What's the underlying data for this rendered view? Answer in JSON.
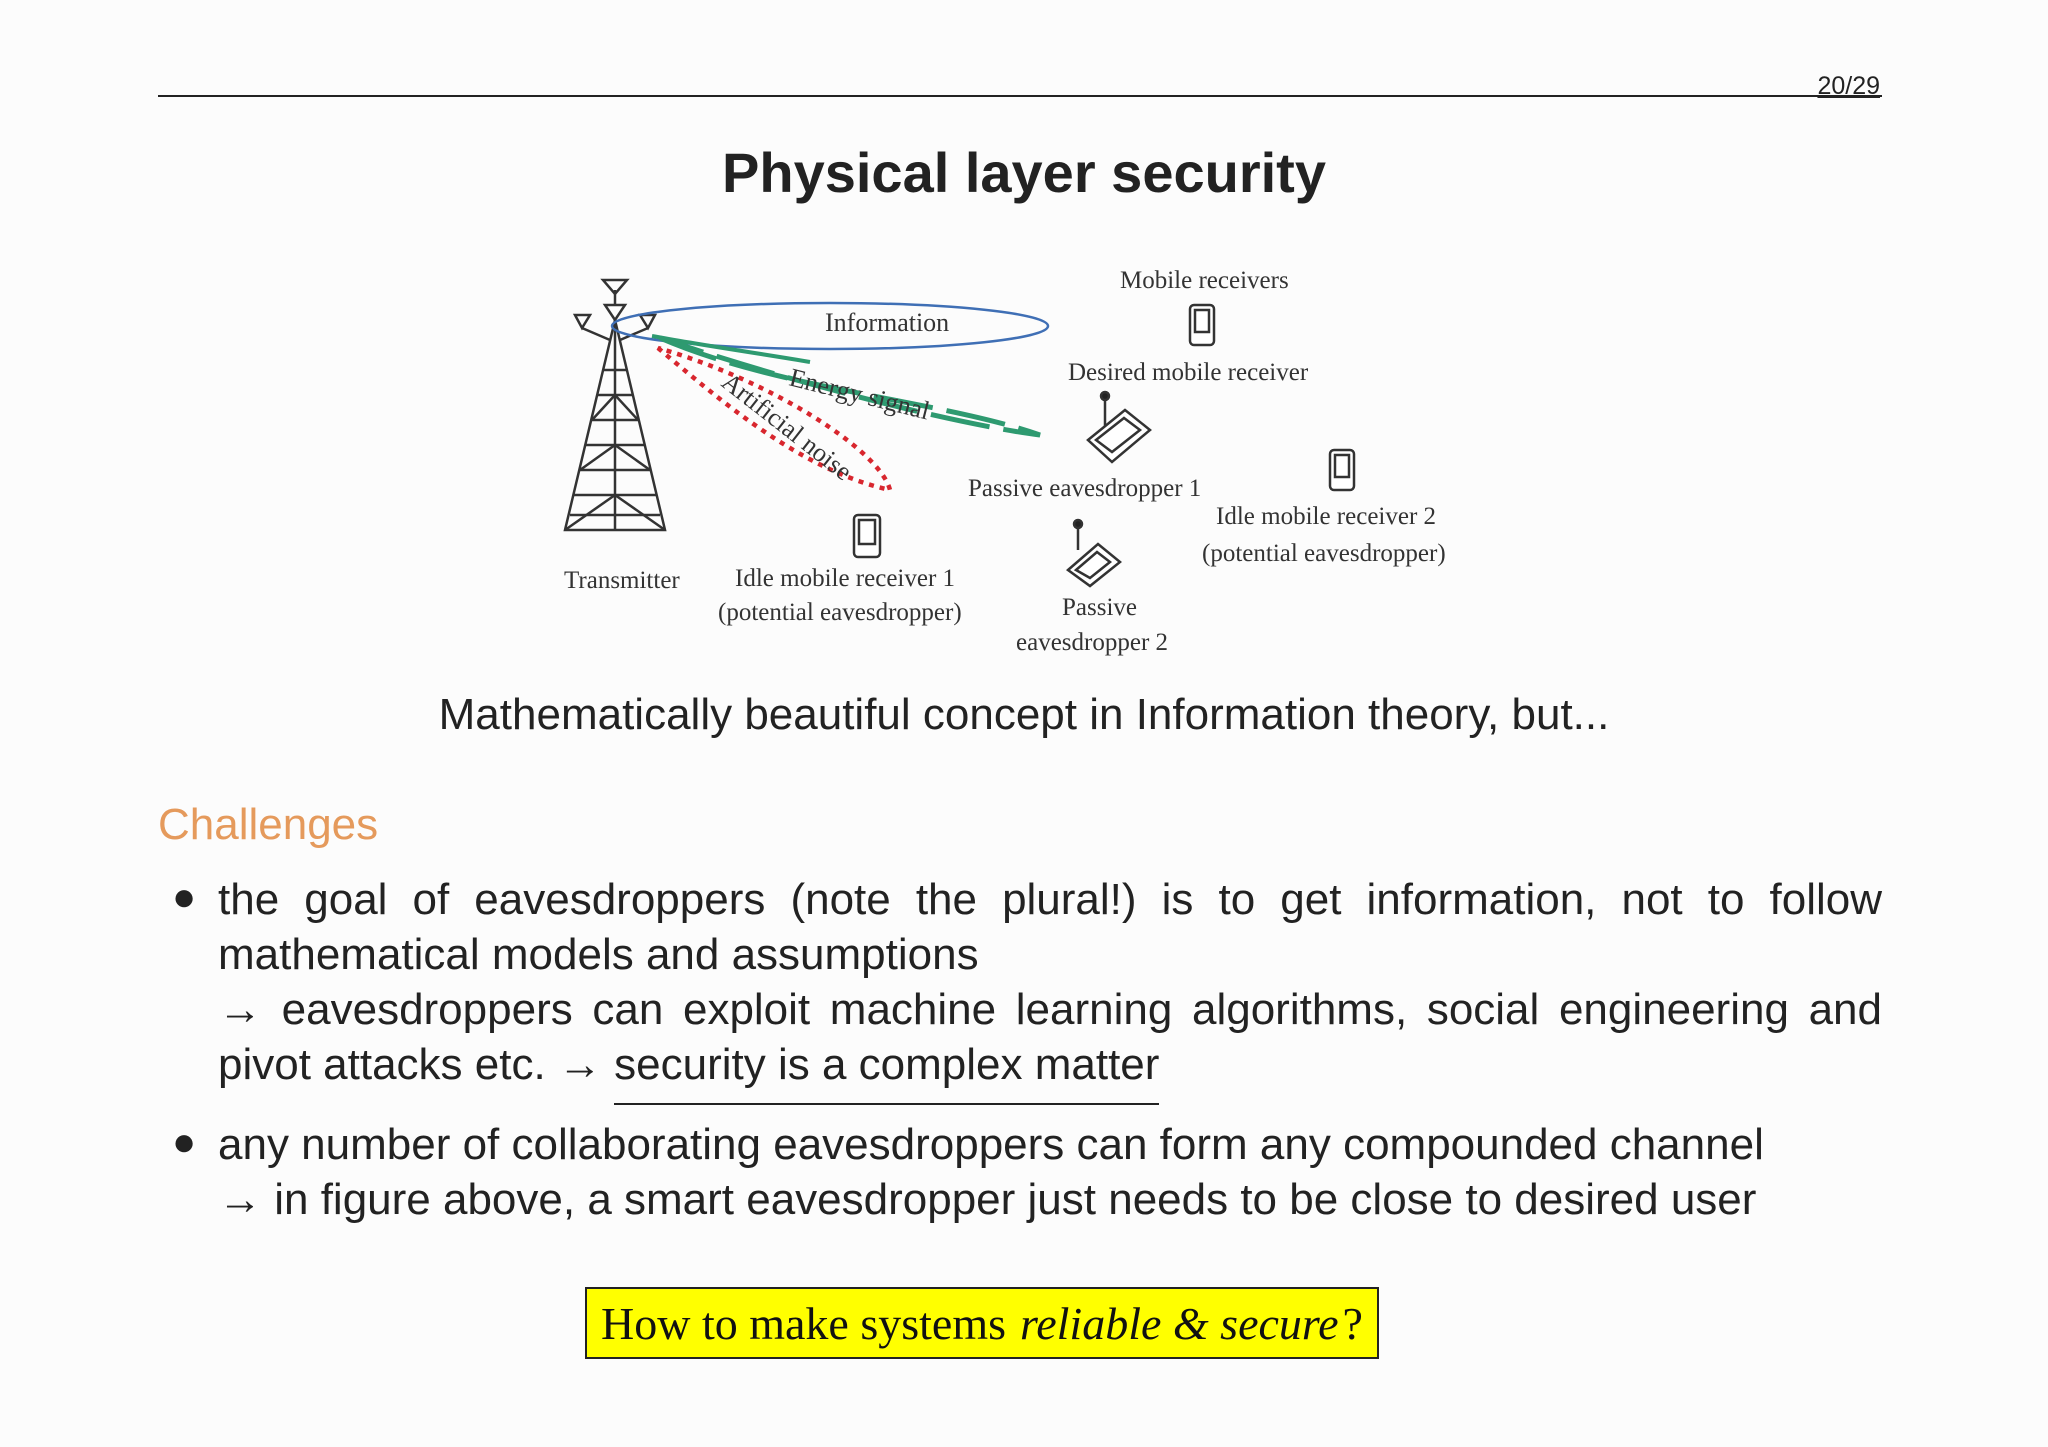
{
  "slide": {
    "page_number": "20/29",
    "title": "Physical layer security",
    "caption": "Mathematically beautiful concept in Information theory, but...",
    "section_heading": "Challenges",
    "bullets": [
      {
        "line1": "the goal of eavesdroppers (note the plural!)  is to get information, not to follow mathematical models and assumptions",
        "line2": "→ eavesdroppers can exploit machine learning algorithms, social engineering and pivot attacks etc. → ",
        "underlined": "security is a complex matter"
      },
      {
        "line1": "any number of collaborating eavesdroppers can form any compounded channel",
        "line2": "→ in figure above, a smart eavesdropper just needs to be close to desired user"
      }
    ],
    "highlight_box": {
      "prefix": "How to make systems",
      "emphasis": "reliable & secure",
      "suffix": "?"
    },
    "accent_color": "#e59a5c",
    "box_color": "#ffff00"
  },
  "figure": {
    "labels": {
      "mobile_receivers": "Mobile receivers",
      "information": "Information",
      "desired_receiver": "Desired mobile receiver",
      "energy_signal": "Energy signal",
      "artificial_noise": "Artificial noise",
      "passive_eve_1": "Passive eavesdropper 1",
      "idle_receiver_2": "Idle mobile receiver 2",
      "idle_receiver_2_note": "(potential eavesdropper)",
      "transmitter": "Transmitter",
      "idle_receiver_1": "Idle mobile receiver 1",
      "idle_receiver_1_note": "(potential eavesdropper)",
      "passive_eve_2_a": "Passive",
      "passive_eve_2_b": "eavesdropper 2"
    },
    "colors": {
      "information_beam": "#3f6fb5",
      "energy_beam": "#2e9a70",
      "noise_beam": "#d8262e"
    }
  }
}
